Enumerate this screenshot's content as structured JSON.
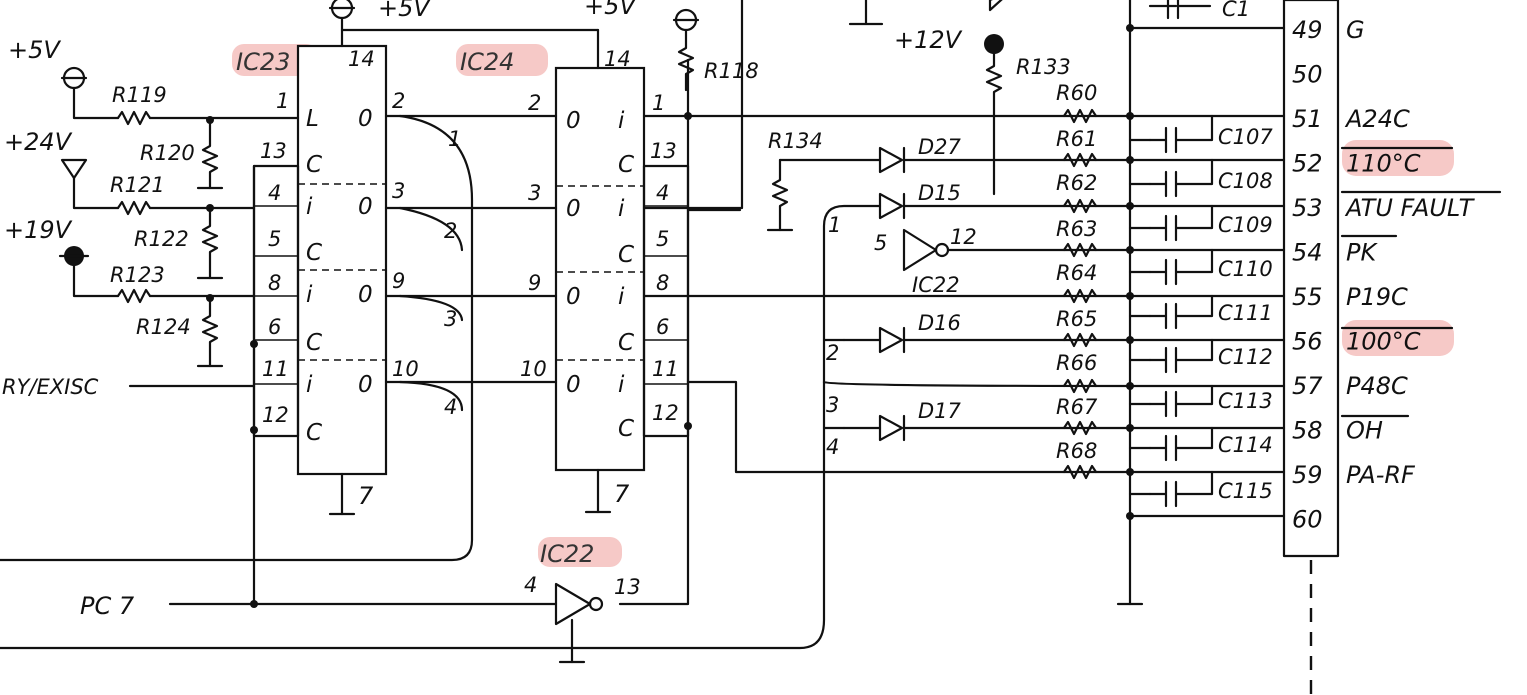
{
  "highlight_color": "#f3b7b4",
  "ic_labels": {
    "ic23": "IC23",
    "ic24": "IC24",
    "ic22_top": "IC22",
    "ic22_bottom": "IC22"
  },
  "rails": {
    "v5_left": "+5V",
    "v5_top_left": "+5V",
    "v5_top_right": "+5V",
    "v24": "+24V",
    "v19": "+19V",
    "v12": "+12V"
  },
  "resistors": {
    "r118": "R118",
    "r119": "R119",
    "r120": "R120",
    "r121": "R121",
    "r122": "R122",
    "r123": "R123",
    "r124": "R124",
    "r133": "R133",
    "r134": "R134",
    "r60": "R60",
    "r61": "R61",
    "r62": "R62",
    "r63": "R63",
    "r64": "R64",
    "r65": "R65",
    "r66": "R66",
    "r67": "R67",
    "r68": "R68"
  },
  "diodes": {
    "d27": "D27",
    "d15": "D15",
    "d16": "D16",
    "d17": "D17"
  },
  "capacitors": {
    "c107": "C107",
    "c108": "C108",
    "c109": "C109",
    "c110": "C110",
    "c111": "C111",
    "c112": "C112",
    "c113": "C113",
    "c114": "C114",
    "c115": "C115"
  },
  "ic23_pins": {
    "vcc": "14",
    "p1": "1",
    "p2": "2",
    "p13": "13",
    "p4": "4",
    "p3": "3",
    "p5": "5",
    "p8": "8",
    "p9": "9",
    "p6": "6",
    "p11": "11",
    "p10": "10",
    "p12": "12",
    "gnd": "7"
  },
  "ic23_glyphs": {
    "g1": "L",
    "g2": "0",
    "g3": "C",
    "g4": "i",
    "g5": "0",
    "g6": "C",
    "g7": "i",
    "g8": "0",
    "g9": "C",
    "g10": "i",
    "g11": "0",
    "g12": "C"
  },
  "ic24_pins": {
    "vcc": "14",
    "p2": "2",
    "p1": "1",
    "p13": "13",
    "p3": "3",
    "p4": "4",
    "p5": "5",
    "p9": "9",
    "p8": "8",
    "p6": "6",
    "p10": "10",
    "p11": "11",
    "p12": "12",
    "gnd": "7"
  },
  "ic24_glyphs": {
    "g1": "0",
    "g2": "i",
    "g3": "C",
    "g4": "0",
    "g5": "i",
    "g6": "C",
    "g7": "0",
    "g8": "i",
    "g9": "C",
    "g10": "0",
    "g11": "i",
    "g12": "C"
  },
  "ic22_pins": {
    "p5": "5",
    "p12": "12",
    "p4": "4",
    "p13": "13"
  },
  "bus_numbers": {
    "n1": "1",
    "n2": "2",
    "n3": "3",
    "n4": "4",
    "d1": "1",
    "d2": "2",
    "d3": "3",
    "d4": "4"
  },
  "left_signal": "RY/EXISC",
  "pc7_label": "PC 7",
  "connector": {
    "pins": [
      "49",
      "50",
      "51",
      "52",
      "53",
      "54",
      "55",
      "56",
      "57",
      "58",
      "59",
      "60"
    ],
    "signals": [
      "G",
      "",
      "A24C",
      "110°C",
      "ATU FAULT",
      "PK",
      "P19C",
      "100°C",
      "P48C",
      "OH",
      "PA-RF",
      ""
    ]
  },
  "top_cut": {
    "c_partial": "C1"
  }
}
